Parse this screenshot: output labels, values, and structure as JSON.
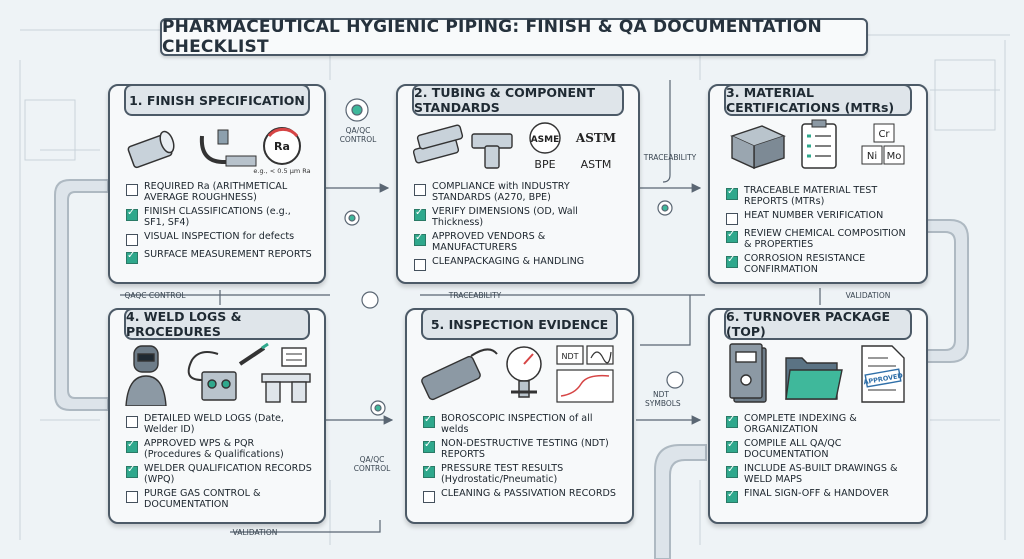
{
  "title": "PHARMACEUTICAL HYGIENIC PIPING: FINISH & QA DOCUMENTATION CHECKLIST",
  "colors": {
    "accent": "#2fa88c",
    "border": "#4c5a67",
    "header_bg": "#dfe5ea",
    "pipe": "#cfd8df"
  },
  "connectors": {
    "qa_qc_control_top": "QA/QC CONTROL",
    "traceability_top": "TRACEABILITY",
    "qaqc_control_left": "QAQC CONTROL",
    "traceability_mid": "TRACEABILITY",
    "validation_right": "VALIDATION",
    "qa_qc_control_bottom": "QA/QC CONTROL",
    "ndt_symbols": "NDT SYMBOLS",
    "validation_bottom": "VALIDATION"
  },
  "cards": [
    {
      "title": "1. FINISH SPECIFICATION",
      "icons": [
        "pipe-icon",
        "micrometer-icon",
        "ra-gauge-icon"
      ],
      "icon_text": {
        "gauge": "Ra",
        "caption": "e.g., < 0.5 µm Ra"
      },
      "items": [
        {
          "text": "REQUIRED Ra (ARITHMETICAL AVERAGE ROUGHNESS)",
          "checked": false
        },
        {
          "text": "FINISH CLASSIFICATIONS (e.g., SF1, SF4)",
          "checked": true
        },
        {
          "text": "VISUAL INSPECTION for defects",
          "checked": false
        },
        {
          "text": "SURFACE MEASUREMENT REPORTS",
          "checked": true
        }
      ]
    },
    {
      "title": "2. TUBING & COMPONENT STANDARDS",
      "icons": [
        "tubing-icon",
        "tee-fitting-icon",
        "asme-bpe-logo",
        "astm-logo"
      ],
      "icon_text": {
        "asme": "ASME",
        "bpe": "BPE",
        "astm_logo": "ASTM",
        "astm": "ASTM"
      },
      "items": [
        {
          "text": "COMPLIANCE with INDUSTRY STANDARDS (A270, BPE)",
          "checked": false
        },
        {
          "text": "VERIFY DIMENSIONS (OD, Wall Thickness)",
          "checked": true
        },
        {
          "text": "APPROVED VENDORS & MANUFACTURERS",
          "checked": true
        },
        {
          "text": "CLEANPACKAGING & HANDLING",
          "checked": false
        }
      ]
    },
    {
      "title": "3. MATERIAL CERTIFICATIONS (MTRs)",
      "icons": [
        "steel-beam-icon",
        "clipboard-icon",
        "element-blocks-icon"
      ],
      "icon_text": {
        "cr": "Cr",
        "ni": "Ni",
        "mo": "Mo"
      },
      "items": [
        {
          "text": "TRACEABLE MATERIAL TEST REPORTS (MTRs)",
          "checked": true
        },
        {
          "text": "HEAT NUMBER VERIFICATION",
          "checked": false
        },
        {
          "text": "REVIEW CHEMICAL COMPOSITION & PROPERTIES",
          "checked": true
        },
        {
          "text": "CORROSION RESISTANCE CONFIRMATION",
          "checked": true
        }
      ]
    },
    {
      "title": "4. WELD LOGS & PROCEDURES",
      "icons": [
        "welder-icon",
        "welding-machine-icon",
        "torch-icon",
        "workbench-icon"
      ],
      "items": [
        {
          "text": "DETAILED WELD LOGS (Date, Welder ID)",
          "checked": false
        },
        {
          "text": "APPROVED WPS & PQR (Procedures & Qualifications)",
          "checked": true
        },
        {
          "text": "WELDER QUALIFICATION RECORDS (WPQ)",
          "checked": true
        },
        {
          "text": "PURGE GAS CONTROL & DOCUMENTATION",
          "checked": false
        }
      ]
    },
    {
      "title": "5. INSPECTION EVIDENCE",
      "icons": [
        "borescope-pipe-icon",
        "pressure-gauge-icon",
        "ndt-chart-icon"
      ],
      "icon_text": {
        "ndt": "NDT"
      },
      "items": [
        {
          "text": "BOROSCOPIC INSPECTION of all welds",
          "checked": true
        },
        {
          "text": "NON-DESTRUCTIVE TESTING (NDT) REPORTS",
          "checked": true
        },
        {
          "text": "PRESSURE TEST RESULTS (Hydrostatic/Pneumatic)",
          "checked": true
        },
        {
          "text": "CLEANING & PASSIVATION RECORDS",
          "checked": false
        }
      ]
    },
    {
      "title": "6. TURNOVER PACKAGE (TOP)",
      "icons": [
        "binder-icon",
        "folder-icon",
        "approved-document-icon"
      ],
      "icon_text": {
        "stamp": "APPROVED"
      },
      "items": [
        {
          "text": "COMPLETE INDEXING & ORGANIZATION",
          "checked": true
        },
        {
          "text": "COMPILE ALL QA/QC DOCUMENTATION",
          "checked": true
        },
        {
          "text": "INCLUDE AS-BUILT DRAWINGS & WELD MAPS",
          "checked": true
        },
        {
          "text": "FINAL SIGN-OFF & HANDOVER",
          "checked": true
        }
      ]
    }
  ]
}
